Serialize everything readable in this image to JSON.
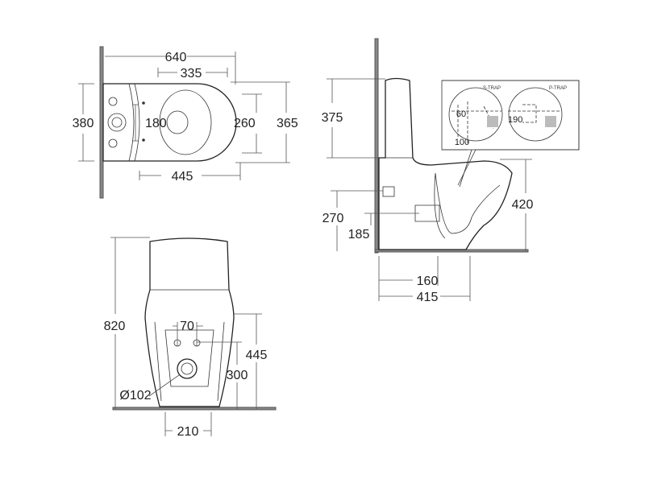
{
  "top_view": {
    "overall_length": "640",
    "seat_length": "335",
    "tank_depth": "380",
    "fixing_spacing": "180",
    "seat_width": "260",
    "bowl_width": "365",
    "bowl_length": "445"
  },
  "side_view": {
    "tank_height": "375",
    "inlet_height": "270",
    "outlet_height": "185",
    "bowl_height": "420",
    "outlet_distance": "160",
    "overall_depth": "415",
    "inset": {
      "s_trap_label": "S-TRAP",
      "p_trap_label": "P-TRAP",
      "s_trap_dim_a": "60",
      "s_trap_dim_b": "100",
      "p_trap_dim": "190"
    }
  },
  "front_view": {
    "overall_height": "820",
    "fixing_spacing": "70",
    "bowl_height": "445",
    "outlet_height": "300",
    "outlet_diameter": "Ø102",
    "base_width": "210"
  }
}
